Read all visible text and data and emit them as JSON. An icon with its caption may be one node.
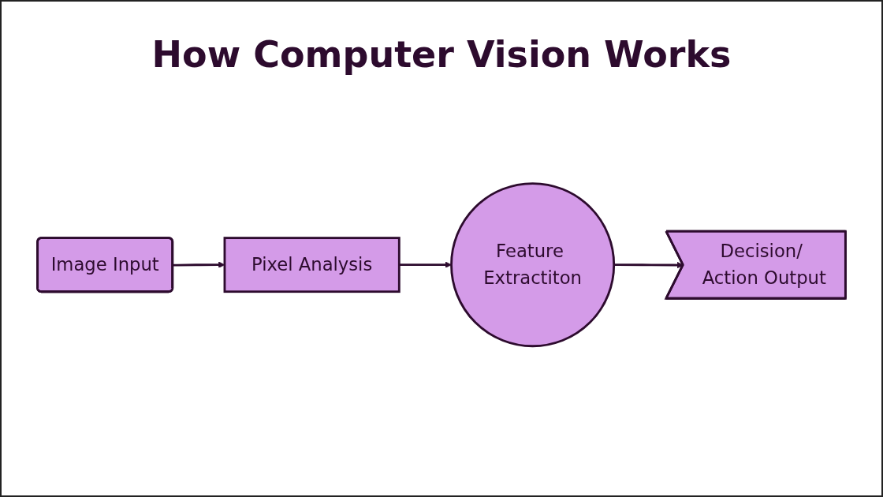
{
  "diagram": {
    "title": "How Computer Vision Works",
    "nodes": [
      {
        "text": [
          "Image Input"
        ]
      },
      {
        "text": [
          "Pixel Analysis"
        ]
      },
      {
        "text": [
          "Feature Extractiton"
        ]
      },
      {
        "text": [
          "Decision/ Action Output"
        ]
      }
    ],
    "edges": [
      {
        "from": 0,
        "to": 1,
        "arrow": "to"
      },
      {
        "from": 1,
        "to": 2,
        "arrow": "to"
      },
      {
        "from": 2,
        "to": 3,
        "arrow": "to"
      }
    ]
  }
}
